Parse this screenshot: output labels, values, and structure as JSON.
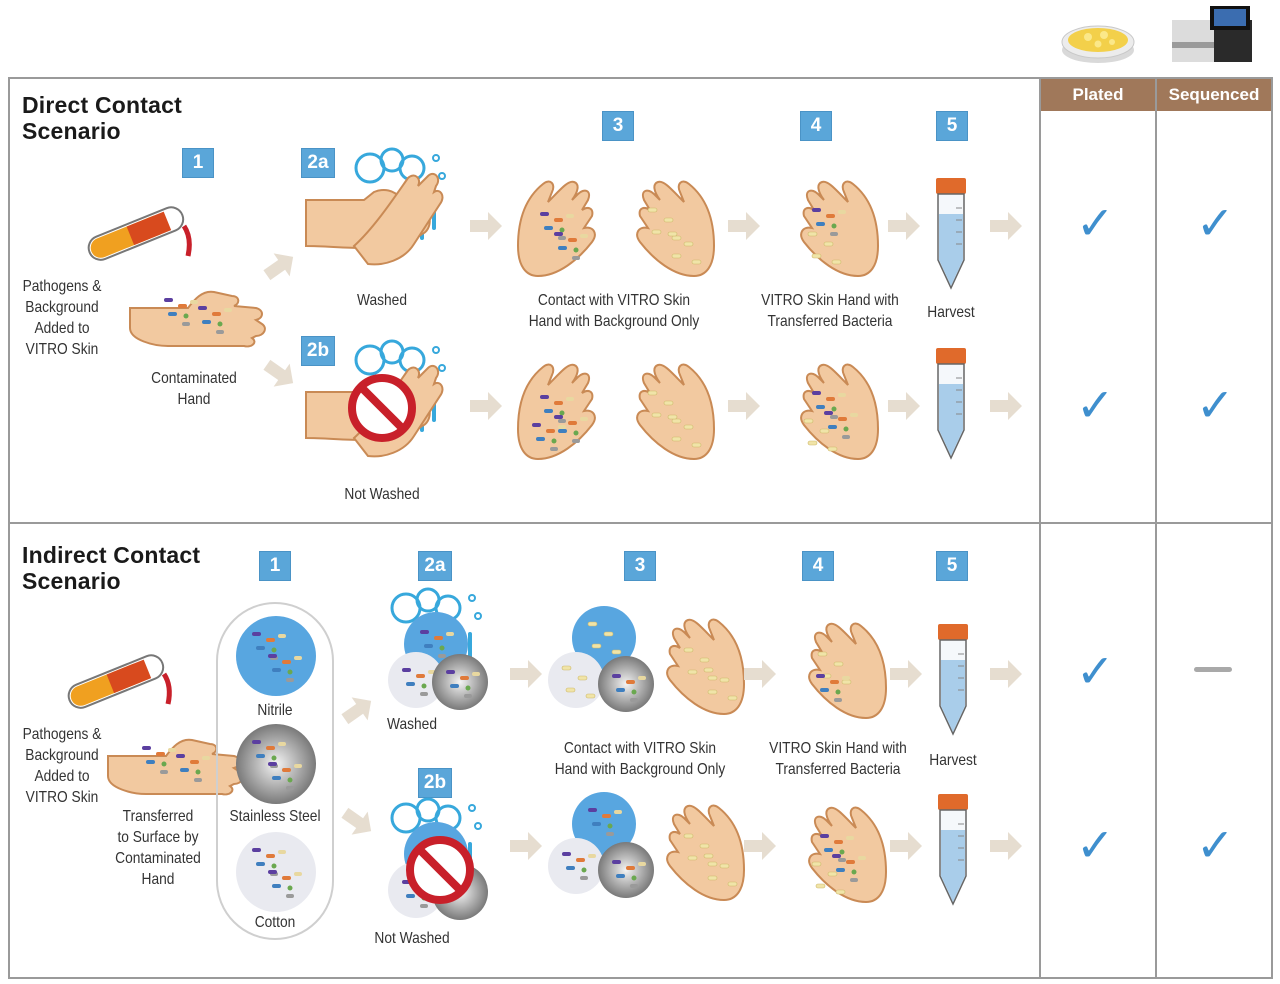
{
  "columns": {
    "plated": "Plated",
    "sequenced": "Sequenced"
  },
  "direct": {
    "title_line1": "Direct Contact",
    "title_line2": "Scenario",
    "steps": [
      "1",
      "2a",
      "2b",
      "3",
      "4",
      "5"
    ],
    "labels": {
      "pathogens": [
        "Pathogens &",
        "Background",
        "Added to",
        "VITRO Skin"
      ],
      "contaminated": [
        "Contaminated",
        "Hand"
      ],
      "washed": "Washed",
      "not_washed": "Not Washed",
      "contact": [
        "Contact with VITRO Skin",
        "Hand with Background Only"
      ],
      "transferred": [
        "VITRO Skin Hand with",
        "Transferred Bacteria"
      ],
      "harvest": "Harvest"
    },
    "results": {
      "washed": {
        "plated": "✓",
        "sequenced": "✓"
      },
      "not_washed": {
        "plated": "✓",
        "sequenced": "✓"
      }
    }
  },
  "indirect": {
    "title_line1": "Indirect Contact",
    "title_line2": "Scenario",
    "steps": [
      "1",
      "2a",
      "2b",
      "3",
      "4",
      "5"
    ],
    "labels": {
      "pathogens": [
        "Pathogens &",
        "Background",
        "Added to",
        "VITRO Skin"
      ],
      "transferred_surface": [
        "Transferred",
        "to Surface by",
        "Contaminated",
        "Hand"
      ],
      "nitrile": "Nitrile",
      "steel": "Stainless Steel",
      "cotton": "Cotton",
      "washed": "Washed",
      "not_washed": "Not Washed",
      "contact": [
        "Contact with VITRO Skin",
        "Hand with Background Only"
      ],
      "transferred": [
        "VITRO Skin Hand with",
        "Transferred Bacteria"
      ],
      "harvest": "Harvest"
    },
    "results": {
      "washed": {
        "plated": "✓",
        "sequenced": "—"
      },
      "not_washed": {
        "plated": "✓",
        "sequenced": "✓"
      }
    }
  },
  "icons": {
    "petri": "petri-dish-icon",
    "sequencer": "sequencer-icon",
    "check": "check-icon",
    "arrow": "arrow-right-icon"
  },
  "colors": {
    "badge": "#5aa6d9",
    "column_header": "#a0785a",
    "check": "#3f8fce",
    "skin": "#f2c9a0",
    "skin_outline": "#c98a55",
    "arrow": "#e6ddd0"
  }
}
